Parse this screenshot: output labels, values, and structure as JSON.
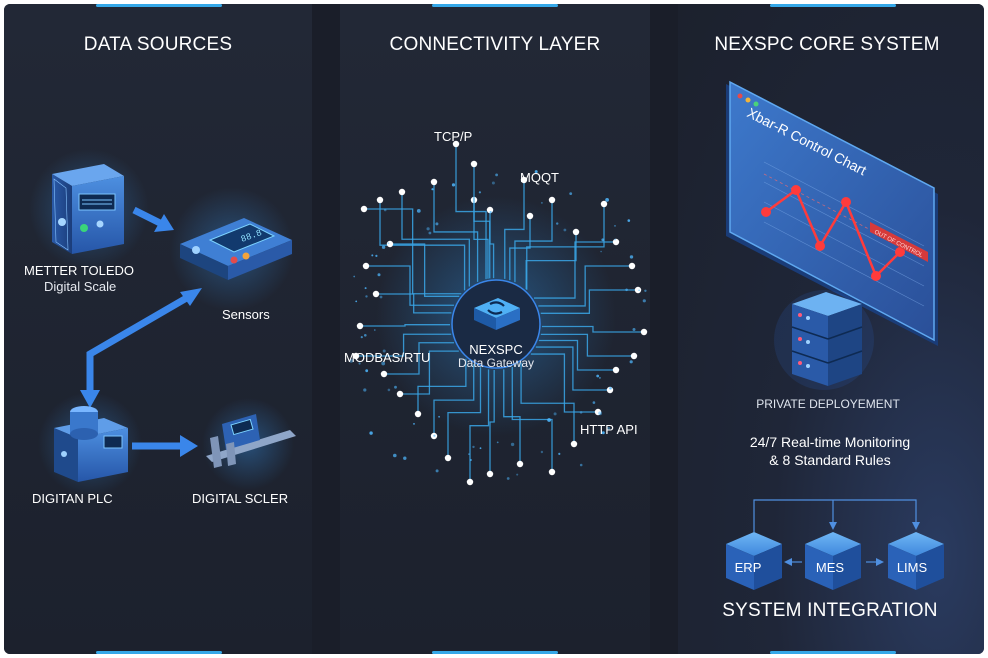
{
  "sources": {
    "title": "DATA SOURCES",
    "scale_line1": "METTER TOLEDO",
    "scale_line2": "Digital Scale",
    "sensors": "Sensors",
    "plc": "DIGITAN PLC",
    "caliper": "DIGITAL SCLER"
  },
  "connectivity": {
    "title": "CONNECTIVITY LAYER",
    "protocols": [
      "TCP/P",
      "MQQT",
      "MODBAS/RTU",
      "HTTP API"
    ],
    "gateway_line1": "NEXSPC",
    "gateway_line2": "Data Gateway"
  },
  "core": {
    "title": "NEXSPC CORE SYSTEM",
    "chart_title": "Xbar-R Control Chart",
    "alert_text": "OUT OF CONTROL",
    "deployment": "PRIVATE DEPLOYEMENT",
    "monitoring_line1": "24/7 Real-time Monitoring",
    "monitoring_line2": "& 8 Standard Rules",
    "integrations": [
      "ERP",
      "MES",
      "LIMS"
    ],
    "integration_title": "SYSTEM INTEGRATION"
  },
  "colors": {
    "accent": "#35a8e8",
    "background": "#1d2230",
    "alert": "#e53a3a"
  }
}
